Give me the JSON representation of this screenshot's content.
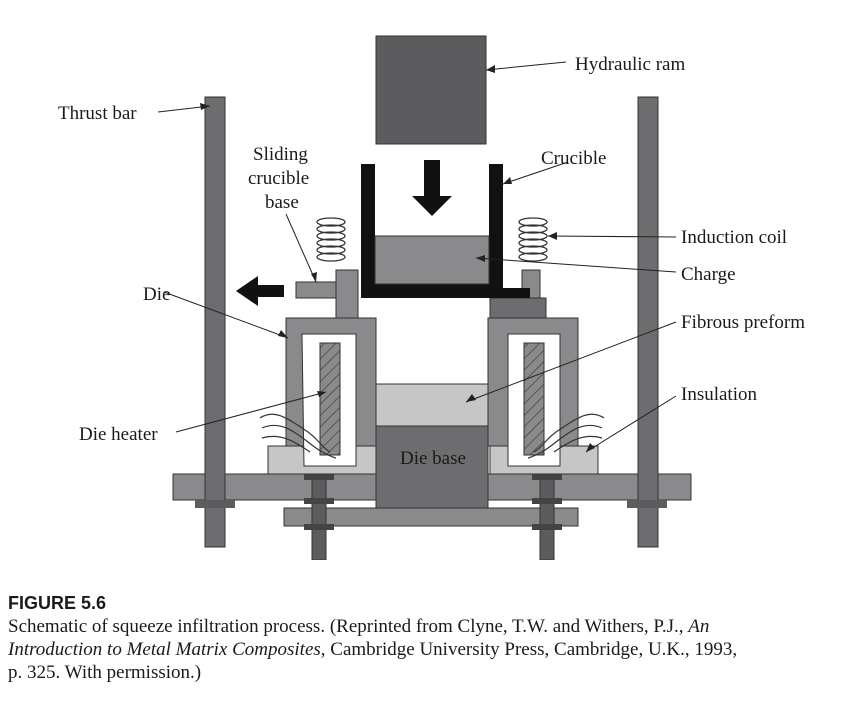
{
  "labels": {
    "hydraulic_ram": "Hydraulic ram",
    "thrust_bar": "Thrust bar",
    "crucible": "Crucible",
    "sliding_crucible_base": [
      "Sliding",
      "crucible",
      "base"
    ],
    "induction_coil": "Induction coil",
    "charge": "Charge",
    "die": "Die",
    "fibrous_preform": "Fibrous preform",
    "insulation": "Insulation",
    "die_heater": "Die heater",
    "die_base": "Die base"
  },
  "caption": {
    "figure": "FIGURE 5.6",
    "line1_a": "Schematic of squeeze infiltration process. (Reprinted from Clyne, T.W. and Withers, P.J., ",
    "line1_b": "An",
    "line2_a": "Introduction to Metal Matrix Composites",
    "line2_b": ", Cambridge University Press, Cambridge, U.K., 1993,",
    "line3": "p. 325. With permission.)"
  },
  "colors": {
    "dark_gray": "#5c5c5e",
    "mid_gray": "#8a8a8c",
    "light_gray": "#c6c6c6",
    "crucible_black": "#111111"
  }
}
